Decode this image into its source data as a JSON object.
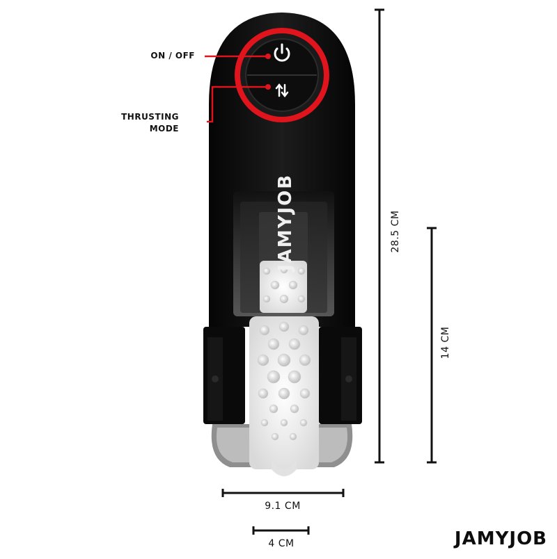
{
  "labels": {
    "on_off": "ON / OFF",
    "thrusting_line1": "THRUSTING",
    "thrusting_line2": "MODE"
  },
  "dimensions": {
    "height_total": "28.5 CM",
    "height_sleeve": "14 CM",
    "width_total": "9.1 CM",
    "width_opening": "4 CM"
  },
  "brand": {
    "device_text": "JAMYJOB",
    "logo_text": "JAMYJOB"
  },
  "colors": {
    "body": "#0b0b0b",
    "accent_red": "#e0141c",
    "sleeve": "#f2f2f2"
  },
  "icons": {
    "power": "power-icon",
    "mode": "up-down-arrows-icon"
  }
}
